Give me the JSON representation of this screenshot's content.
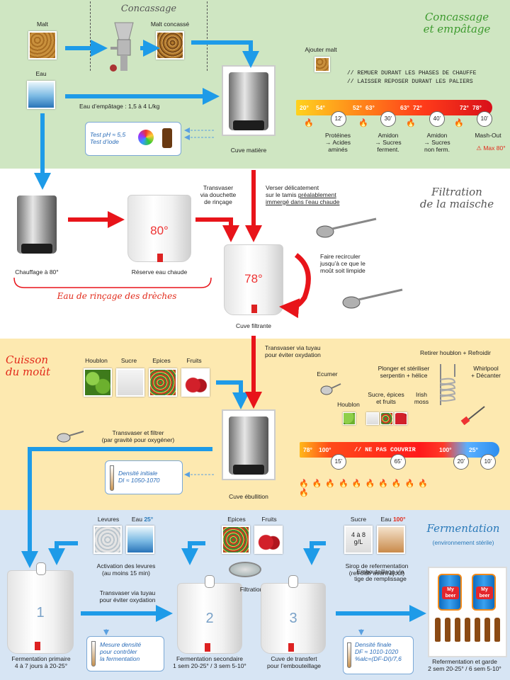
{
  "sections": {
    "mash": {
      "title": "Concassage\net empâtage",
      "crush_title": "Concassage",
      "malt": "Malt",
      "malt_crushed": "Malt concassé",
      "water": "Eau",
      "mash_ratio": "Eau d’empâtage : 1,5 à 4 L/kg",
      "tests": "Test pH ≈ 5,5\nTest d’iode",
      "vessel": "Cuve matière",
      "add_malt": "Ajouter malt",
      "note1": "// REMUER DURANT LES PHASES DE CHAUFFE",
      "note2": "// LAISSER REPOSER DURANT LES PALIERS",
      "temps": [
        "20°",
        "54°",
        "52°",
        "63°",
        "63°",
        "72°",
        "72°",
        "78°"
      ],
      "times": [
        "12’",
        "30’",
        "40’",
        "10’"
      ],
      "steps": [
        "Protéines\n→ Acides\naminés",
        "Amidon\n→ Sucres\nferment.",
        "Amidon\n→ Sucres\nnon ferm.",
        "Mash-Out"
      ],
      "max": "Max 80°"
    },
    "filter": {
      "title": "Filtration\nde la maische",
      "heating": "Chauffage à 80°",
      "reserve": "Réserve eau chaude",
      "reserve_temp": "80°",
      "transfer": "Transvaser\nvia douchette\nde rinçage",
      "pour_1": "Verser délicatement\nsur le tamis ",
      "pour_underlined": "préalablement\nimmergé dans l’eau chaude",
      "recirculate": "Faire recirculer\njusqu’à ce que le\nmoût soit limpide",
      "vessel_temp": "78°",
      "vessel": "Cuve filtrante",
      "rinse": "Eau de rinçage des drèches"
    },
    "boil": {
      "title": "Cuisson\ndu moût",
      "ingredients": [
        "Houblon",
        "Sucre",
        "Epices",
        "Fruits"
      ],
      "transfer_pipe": "Transvaser via tuyau\npour éviter oxydation",
      "remove_hops": "Retirer houblon + Refroidir",
      "skimmer": "Ecumer",
      "sterilize": "Plonger et stériliser\nserpentin + hélice",
      "whirlpool": "Whirlpool\n+ Décanter",
      "hops": "Houblon",
      "sugar_spices": "Sucre, épices\net fruits",
      "irish": "Irish\nmoss",
      "transfer_filter": "Transvaser et filtrer\n(par gravité pour oxygéner)",
      "density": "Densité initiale\nDI ≈ 1050-1070",
      "vessel": "Cuve ébullition",
      "temps": [
        "78°",
        "100°",
        "100°",
        "25°"
      ],
      "no_cover": "// NE PAS COUVRIR",
      "times": [
        "15’",
        "65’",
        "20’",
        "10’"
      ]
    },
    "ferment": {
      "title": "Fermentation",
      "subtitle": "(environnement stérile)",
      "yeast": "Levures",
      "water": "Eau",
      "water_temp": "25°",
      "activation": "Activation des levures\n(au moins 15 min)",
      "spices": "Epices",
      "fruits": "Fruits",
      "sugar": "Sucre",
      "sugar_dose": "4 à 8\ng/L",
      "water2": "Eau",
      "water2_temp": "100°",
      "syrup": "Sirop de refermentation\n(refroidir avant ajout)",
      "filtration": "Filtration",
      "transfer_pipe": "Transvaser via tuyau\npour éviter oxydation",
      "bottling": "Embouteillage via\ntige de remplissage",
      "measure": "Mesure densité\npour contrôler\nla fermentation",
      "final": "Densité finale\nDF ≈ 1010-1020\n%alc=(DF-DI)/7,6",
      "vessels": [
        {
          "num": "1",
          "label": "Fermentation primaire\n4 à 7 jours à 20-25°"
        },
        {
          "num": "2",
          "label": "Fermentation secondaire\n1 sem 20-25° / 3 sem 5-10°"
        },
        {
          "num": "3",
          "label": "Cuve de transfert\npour l’embouteillage"
        }
      ],
      "garde": "Refermentation et garde\n2 sem 20-25° / 6 sem 5-10°",
      "keg_label": "My\nbeer"
    }
  },
  "colors": {
    "mash_bg": "#cfe6c2",
    "boil_bg": "#fde9b0",
    "ferm_bg": "#d7e5f4",
    "arrow_blue": "#1e9be8",
    "arrow_red": "#e8141a"
  }
}
